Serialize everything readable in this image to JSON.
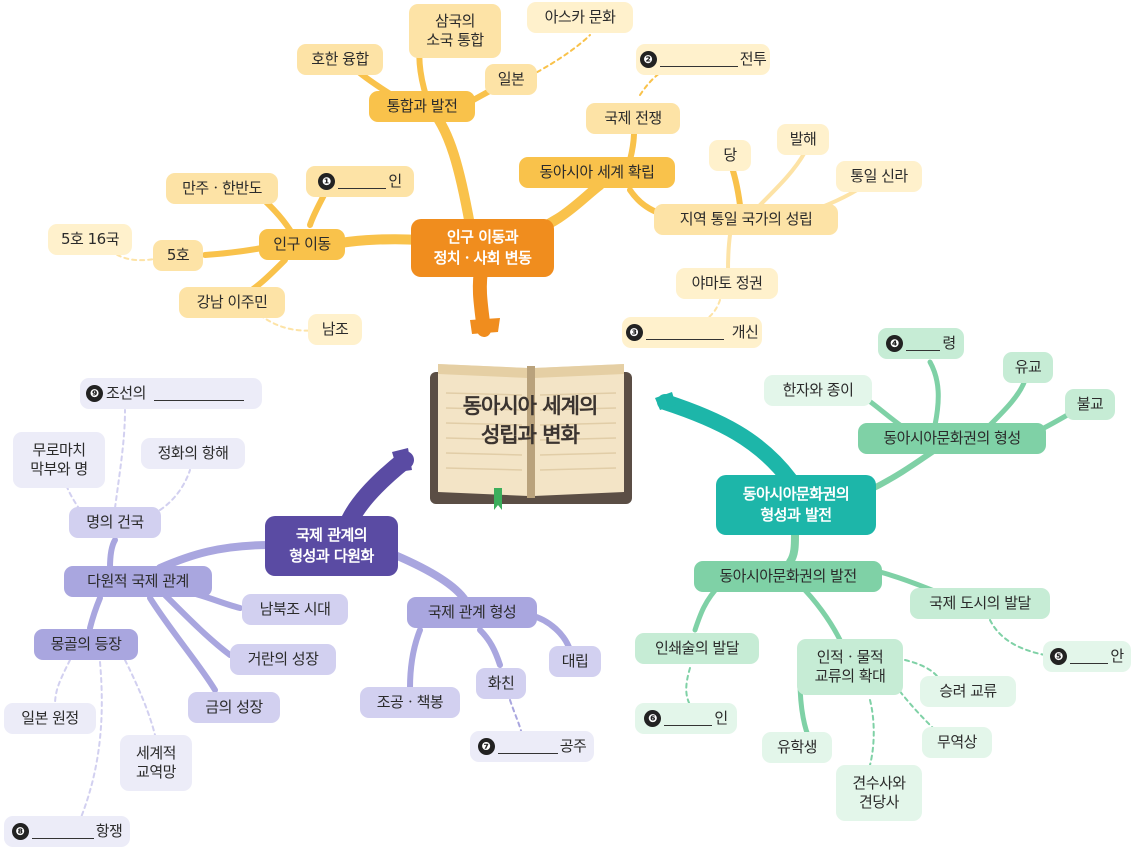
{
  "center": {
    "title_line1": "동아시아 세계의",
    "title_line2": "성립과 변화"
  },
  "orange": {
    "hub": [
      "인구 이동과",
      "정치ㆍ사회 변동"
    ],
    "population": "인구 이동",
    "manchu": "만주ㆍ한반도",
    "blank1_num": "❶",
    "blank1_suffix": "인",
    "five_hu": "5호",
    "five_hu_16": "5호 16국",
    "gangnam": "강남 이주민",
    "namjo": "남조",
    "integration": "통합과 발전",
    "hohan": "호한 융합",
    "three_kingdoms": [
      "삼국의",
      "소국 통합"
    ],
    "japan": "일본",
    "asuka": "아스카 문화",
    "establish": "동아시아 세계 확립",
    "war": "국제 전쟁",
    "blank2_num": "❷",
    "blank2_suffix": "전투",
    "regional": "지역 통일 국가의 성립",
    "tang": "당",
    "balhae": "발해",
    "silla": "통일 신라",
    "yamato": "야마토 정권",
    "blank3_num": "❸",
    "blank3_suffix": "개신"
  },
  "teal": {
    "hub": [
      "동아시아문화권의",
      "형성과 발전"
    ],
    "formation": "동아시아문화권의 형성",
    "hanja": "한자와 종이",
    "blank4_num": "❹",
    "blank4_suffix": "령",
    "confucian": "유교",
    "buddhism": "불교",
    "development": "동아시아문화권의 발전",
    "printing": "인쇄술의 발달",
    "blank6_num": "❻",
    "blank6_suffix": "인",
    "exchange": [
      "인적ㆍ물적",
      "교류의 확대"
    ],
    "monk": "승려 교류",
    "student": "유학생",
    "trader": "무역상",
    "envoys": [
      "견수사와",
      "견당사"
    ],
    "city": "국제 도시의 발달",
    "blank5_num": "❺",
    "blank5_suffix": "안"
  },
  "purple": {
    "hub": [
      "국제 관계의",
      "형성과 다원화"
    ],
    "formation": "국제 관계 형성",
    "tribute": "조공ㆍ책봉",
    "peace": "화친",
    "blank7_num": "❼",
    "blank7_suffix": "공주",
    "rivalry": "대립",
    "multi": "다원적 국제 관계",
    "nanbei": "남북조 시대",
    "khitan": "거란의 성장",
    "jin": "금의 성장",
    "mongol": "몽골의 등장",
    "japan_exp": "일본 원정",
    "trade_net": [
      "세계적",
      "교역망"
    ],
    "blank8_num": "❽",
    "blank8_suffix": "항쟁",
    "ming": "명의 건국",
    "muromachi": [
      "무로마치",
      "막부와 명"
    ],
    "zhenghe": "정화의 항해",
    "blank9_num": "❾",
    "blank9_prefix": "조선의"
  },
  "colors": {
    "orange_hub": "#f08d1e",
    "orange_branch": "#f9c24b",
    "teal_hub": "#1db6a9",
    "teal_branch": "#7fd1a6",
    "purple_hub": "#5a4ba3",
    "purple_branch": "#a9a6df"
  }
}
